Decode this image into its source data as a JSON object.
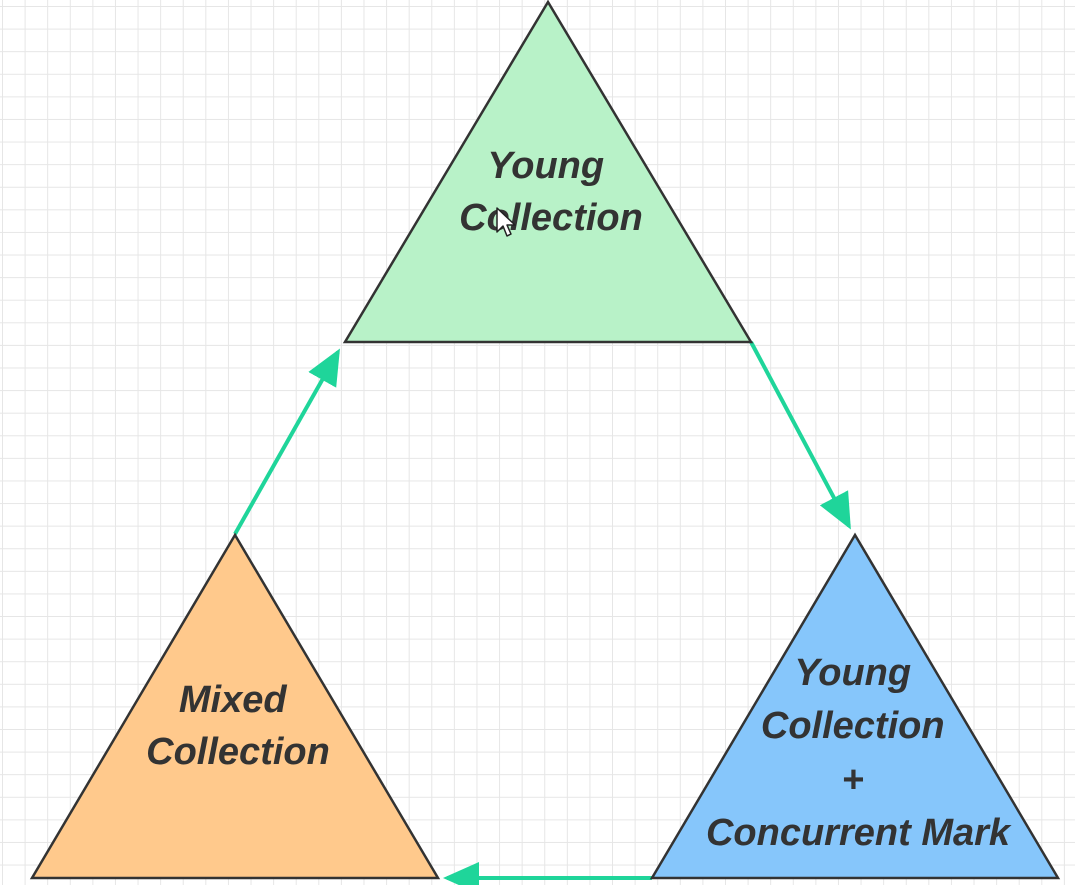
{
  "colors": {
    "arrow": "#1fd59a",
    "outline": "#333333",
    "text": "#333333"
  },
  "nodes": [
    {
      "id": "young-collection",
      "label_lines": [
        "Young",
        "Collection"
      ],
      "fill": "#b8f2c8"
    },
    {
      "id": "young-collection-concurrent-mark",
      "label_lines": [
        "Young",
        "Collection",
        "+",
        "Concurrent Mark"
      ],
      "fill": "#86c6fb"
    },
    {
      "id": "mixed-collection",
      "label_lines": [
        "Mixed",
        "Collection"
      ],
      "fill": "#ffc98c"
    }
  ],
  "edges": [
    {
      "from": "young-collection",
      "to": "young-collection-concurrent-mark"
    },
    {
      "from": "young-collection-concurrent-mark",
      "to": "mixed-collection"
    },
    {
      "from": "mixed-collection",
      "to": "young-collection"
    }
  ],
  "cursor": "arrow-pointer-icon"
}
